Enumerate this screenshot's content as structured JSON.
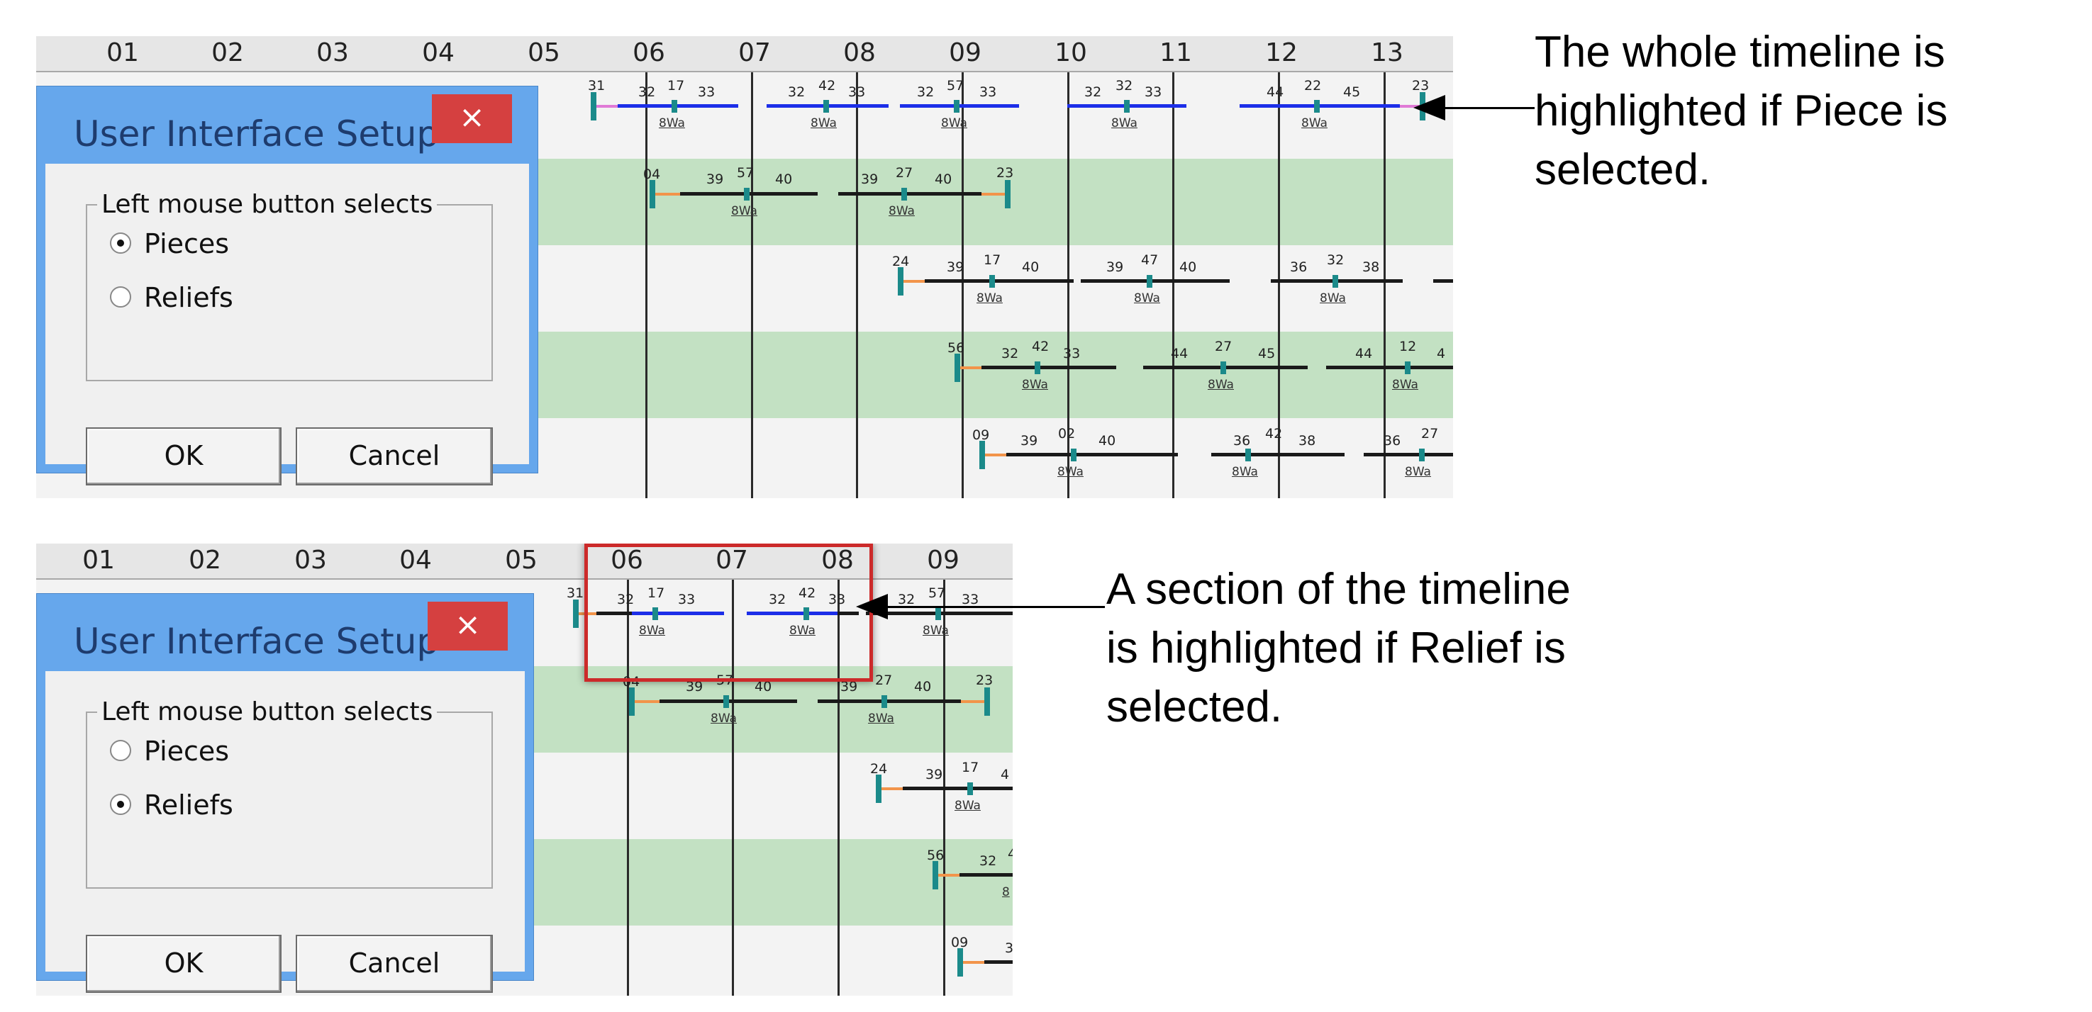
{
  "top_panel": {
    "ruler_labels": [
      "01",
      "02",
      "03",
      "04",
      "05",
      "06",
      "07",
      "08",
      "09",
      "10",
      "11",
      "12",
      "13"
    ],
    "dialog": {
      "title": "User Interface Setup",
      "close_glyph": "×",
      "group_label": "Left mouse button selects",
      "options": [
        "Pieces",
        "Reliefs"
      ],
      "selected": "Pieces",
      "ok_label": "OK",
      "cancel_label": "Cancel"
    },
    "annotation_lines": [
      "The whole timeline is",
      "highlighted if Piece is",
      "selected."
    ],
    "rows": [
      {
        "numbers": [
          "31",
          "32",
          "17",
          "33",
          "32",
          "42",
          "33",
          "32",
          "57",
          "33",
          "32",
          "32",
          "33",
          "44",
          "22",
          "45",
          "23"
        ],
        "sublabels": [
          "8Wa",
          "8Wa",
          "8Wa",
          "8Wa",
          "8Wa"
        ]
      },
      {
        "numbers": [
          "04",
          "39",
          "57",
          "40",
          "39",
          "27",
          "40",
          "23"
        ],
        "sublabels": [
          "8Wa",
          "8Wa"
        ]
      },
      {
        "numbers": [
          "24",
          "39",
          "17",
          "40",
          "39",
          "47",
          "40",
          "36",
          "32",
          "38"
        ],
        "sublabels": [
          "8Wa",
          "8Wa",
          "8Wa"
        ]
      },
      {
        "numbers": [
          "56",
          "32",
          "42",
          "33",
          "44",
          "27",
          "45",
          "44",
          "12",
          "4"
        ],
        "sublabels": [
          "8Wa",
          "8Wa",
          "8Wa"
        ]
      },
      {
        "numbers": [
          "09",
          "39",
          "02",
          "40",
          "36",
          "42",
          "38",
          "36",
          "27"
        ],
        "sublabels": [
          "8Wa",
          "8Wa",
          "8Wa"
        ]
      }
    ]
  },
  "bottom_panel": {
    "ruler_labels": [
      "01",
      "02",
      "03",
      "04",
      "05",
      "06",
      "07",
      "08",
      "09"
    ],
    "dialog": {
      "title": "User Interface Setup",
      "close_glyph": "×",
      "group_label": "Left mouse button selects",
      "options": [
        "Pieces",
        "Reliefs"
      ],
      "selected": "Reliefs",
      "ok_label": "OK",
      "cancel_label": "Cancel"
    },
    "annotation_lines": [
      "A section of the timeline",
      "is highlighted if Relief is",
      "selected."
    ],
    "rows": [
      {
        "numbers": [
          "31",
          "32",
          "17",
          "33",
          "32",
          "42",
          "33",
          "32",
          "57",
          "33"
        ],
        "sublabels": [
          "8Wa",
          "8Wa",
          "8Wa"
        ]
      },
      {
        "numbers": [
          "04",
          "39",
          "57",
          "40",
          "39",
          "27",
          "40",
          "23"
        ],
        "sublabels": [
          "8Wa",
          "8Wa"
        ]
      },
      {
        "numbers": [
          "24",
          "39",
          "17",
          "4"
        ],
        "sublabels": [
          "8Wa"
        ]
      },
      {
        "numbers": [
          "56",
          "32",
          "4"
        ],
        "sublabels": [
          "8"
        ]
      },
      {
        "numbers": [
          "09",
          "3"
        ],
        "sublabels": []
      }
    ]
  },
  "colors": {
    "dialog_frame": "#66a7ec",
    "close_button": "#d54040",
    "band_green": "#c3e1c3",
    "selected_blue": "#1c2ee8",
    "marker_teal": "#1b8a8a",
    "highlight_red": "#cc2a2a"
  }
}
